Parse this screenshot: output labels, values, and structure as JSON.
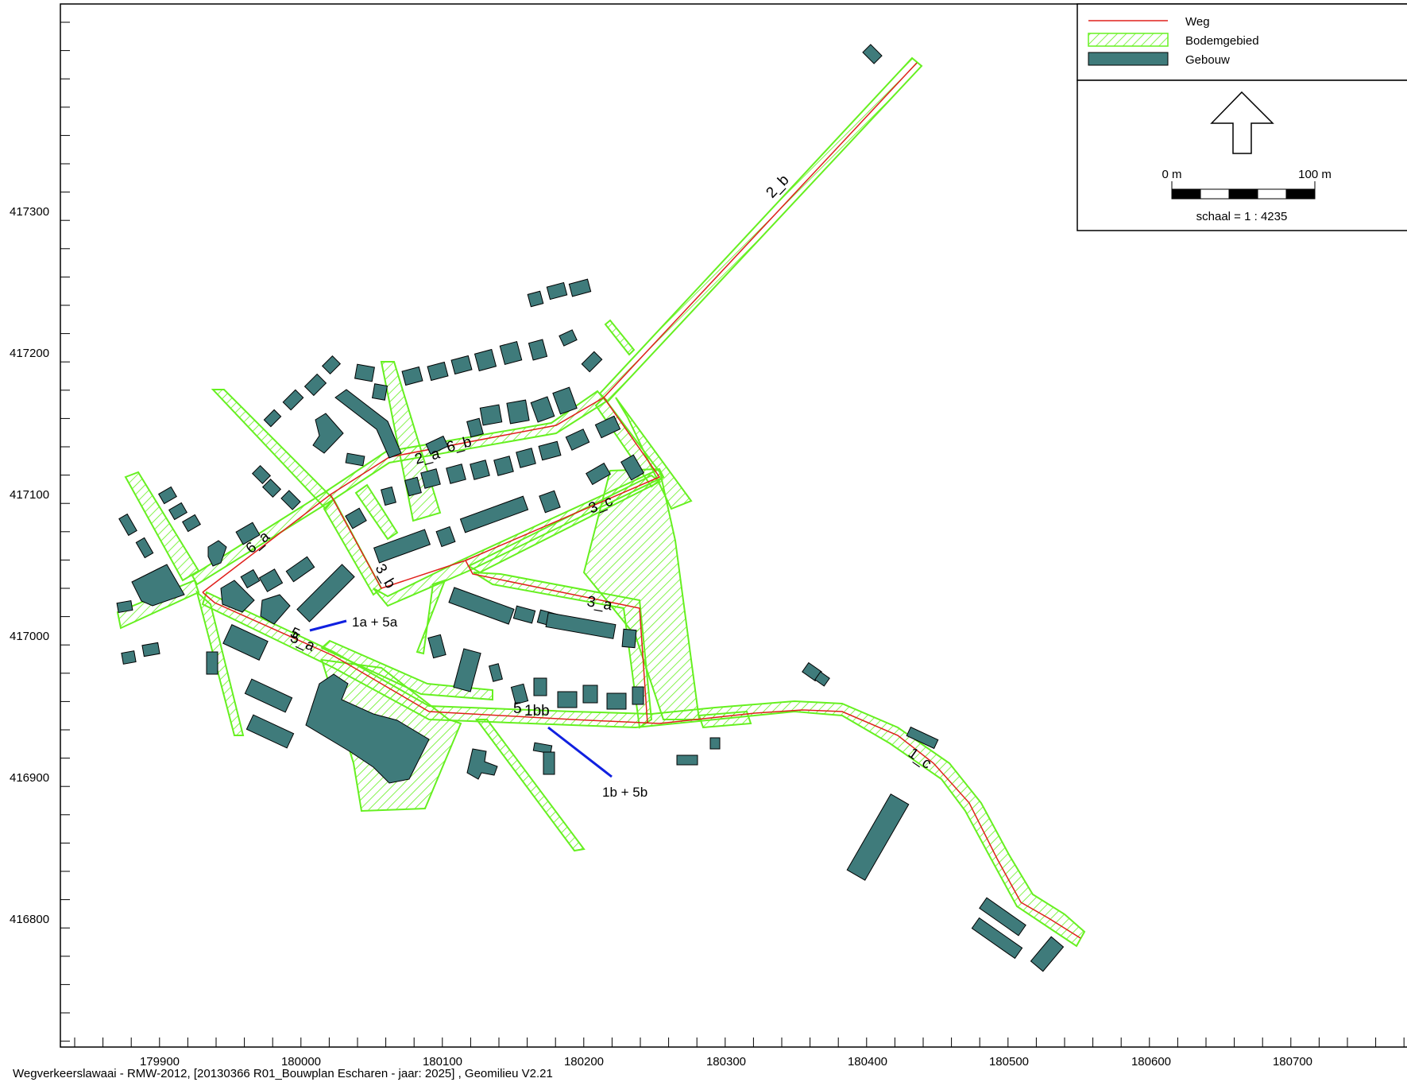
{
  "legend": {
    "items": [
      {
        "label": "Weg",
        "symbol": "road",
        "color": "#e0201b"
      },
      {
        "label": "Bodemgebied",
        "symbol": "hatch",
        "color": "#66f020"
      },
      {
        "label": "Gebouw",
        "symbol": "fill",
        "color": "#3f7b7b"
      }
    ]
  },
  "scale_bar": {
    "start_label": "0 m",
    "end_label": "100 m",
    "scale_text": "schaal = 1 : 4235"
  },
  "axes": {
    "x_ticks": [
      "179900",
      "180000",
      "180100",
      "180200",
      "180300",
      "180400",
      "180500",
      "180600",
      "180700"
    ],
    "y_ticks": [
      "417300",
      "417200",
      "417100",
      "417000",
      "416900",
      "416800"
    ]
  },
  "road_labels": [
    "2_b",
    "2_a",
    "6_b",
    "3_c",
    "6_a",
    "3_b",
    "3_a",
    "5_a",
    "5",
    "1bb",
    "5",
    "1_c"
  ],
  "callouts": [
    {
      "label": "1a + 5a"
    },
    {
      "label": "1b + 5b"
    }
  ],
  "footer": "Wegverkeerslawaai - RMW-2012, [20130366 R01_Bouwplan Escharen - jaar: 2025] , Geomilieu V2.21",
  "colors": {
    "road": "#e0201b",
    "soil_outline": "#66f020",
    "building_fill": "#3f7b7b",
    "callout_line": "#1020e0"
  }
}
